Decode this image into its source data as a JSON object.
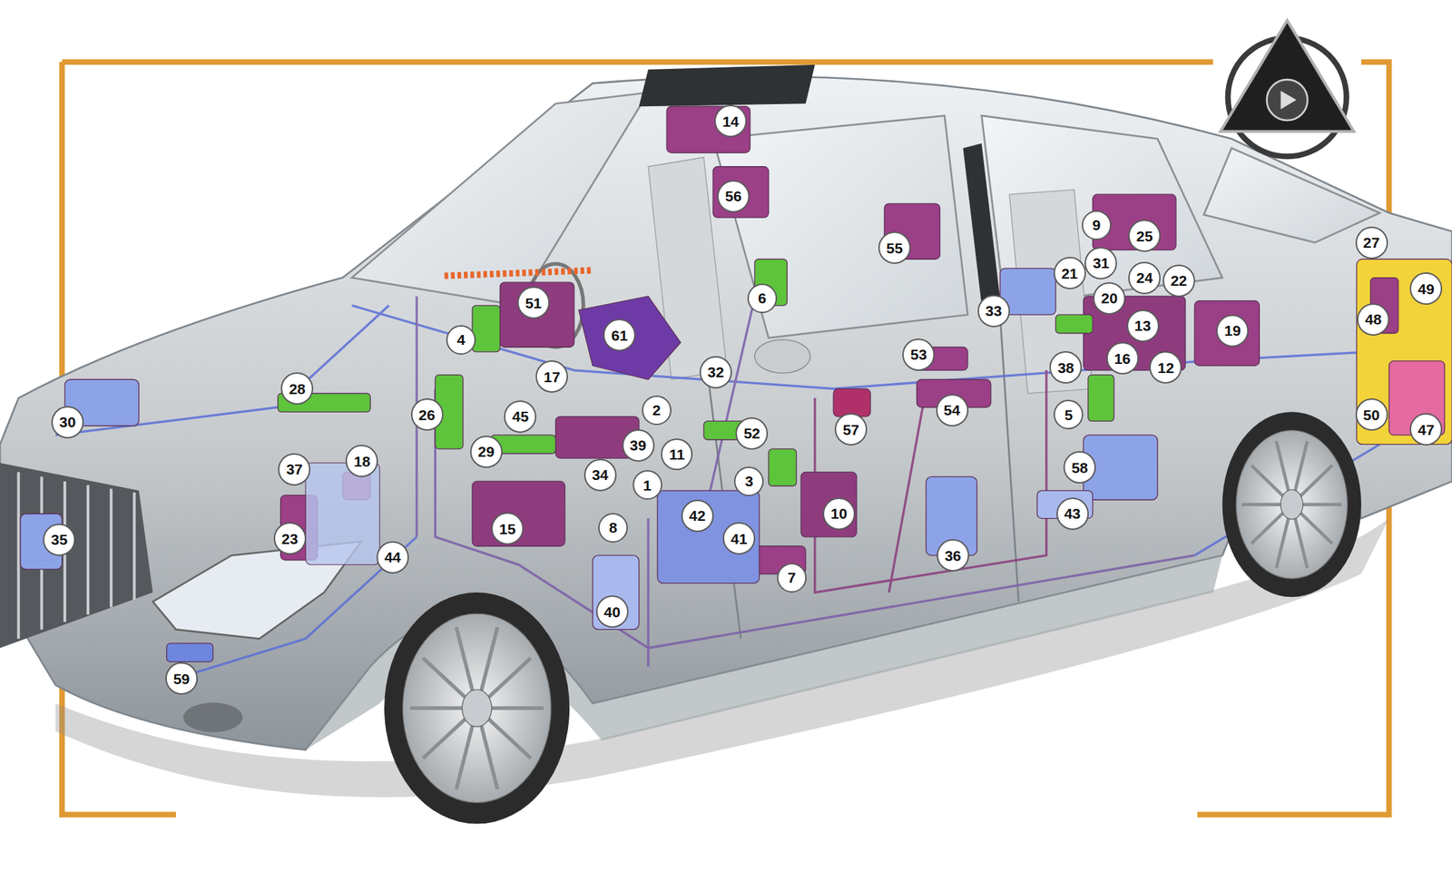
{
  "diagram": {
    "labels": [
      "14",
      "56",
      "9",
      "25",
      "27",
      "55",
      "31",
      "21",
      "24",
      "22",
      "49",
      "20",
      "6",
      "51",
      "33",
      "48",
      "13",
      "19",
      "61",
      "4",
      "53",
      "16",
      "12",
      "38",
      "32",
      "17",
      "28",
      "2",
      "54",
      "5",
      "26",
      "50",
      "45",
      "30",
      "47",
      "57",
      "52",
      "39",
      "11",
      "29",
      "18",
      "58",
      "37",
      "34",
      "3",
      "1",
      "10",
      "43",
      "42",
      "8",
      "15",
      "23",
      "41",
      "35",
      "36",
      "44",
      "7",
      "40",
      "59"
    ]
  }
}
